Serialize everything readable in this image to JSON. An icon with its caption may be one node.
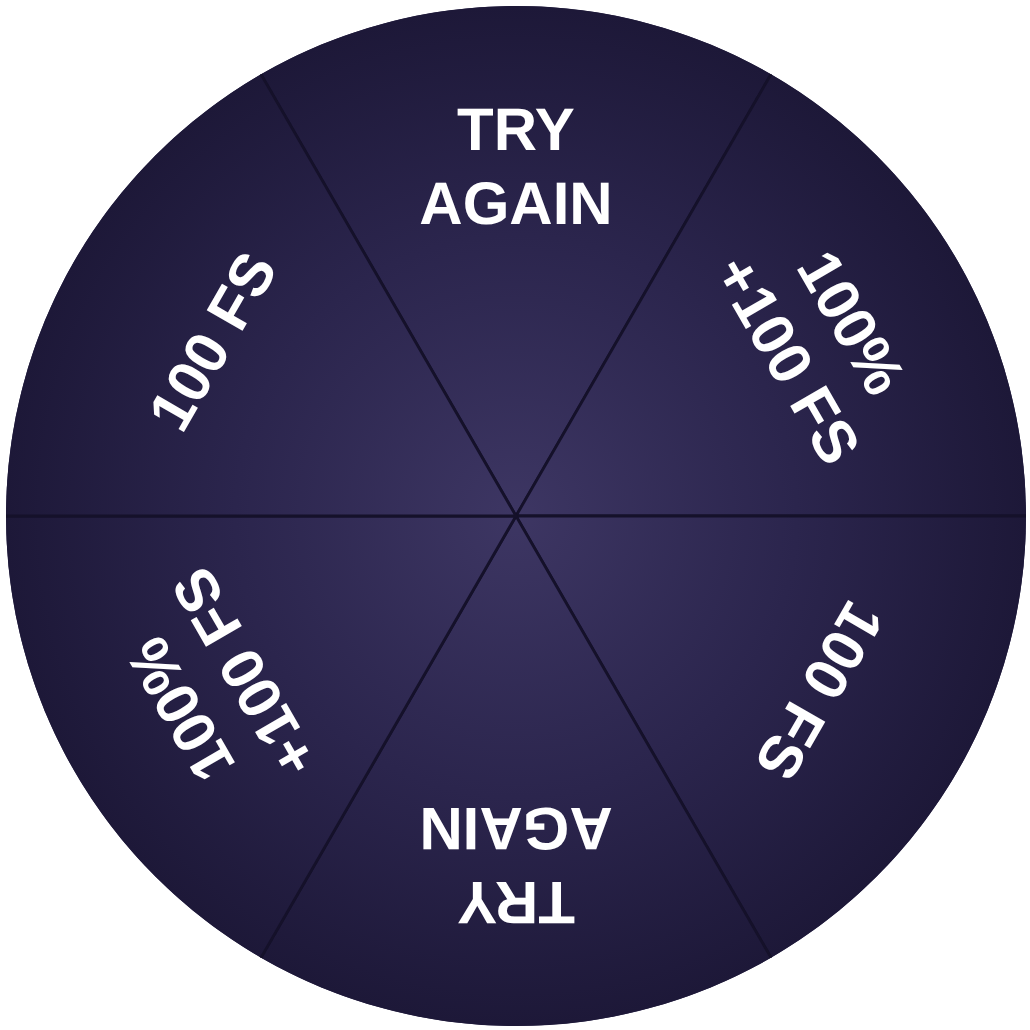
{
  "diagram": {
    "nodes": [
      {
        "text": [],
        "shape": "circle"
      },
      {
        "text": [
          "TRY AGAIN"
        ],
        "in": 0
      },
      {
        "text": [
          "100% +100 FS"
        ],
        "in": 0
      },
      {
        "text": [
          "100 FS"
        ],
        "in": 0
      },
      {
        "text": [
          "TRY AGAIN"
        ],
        "in": 0
      },
      {
        "text": [
          "100% +100 FS"
        ],
        "in": 0
      },
      {
        "text": [
          "100 FS"
        ],
        "in": 0
      }
    ]
  }
}
